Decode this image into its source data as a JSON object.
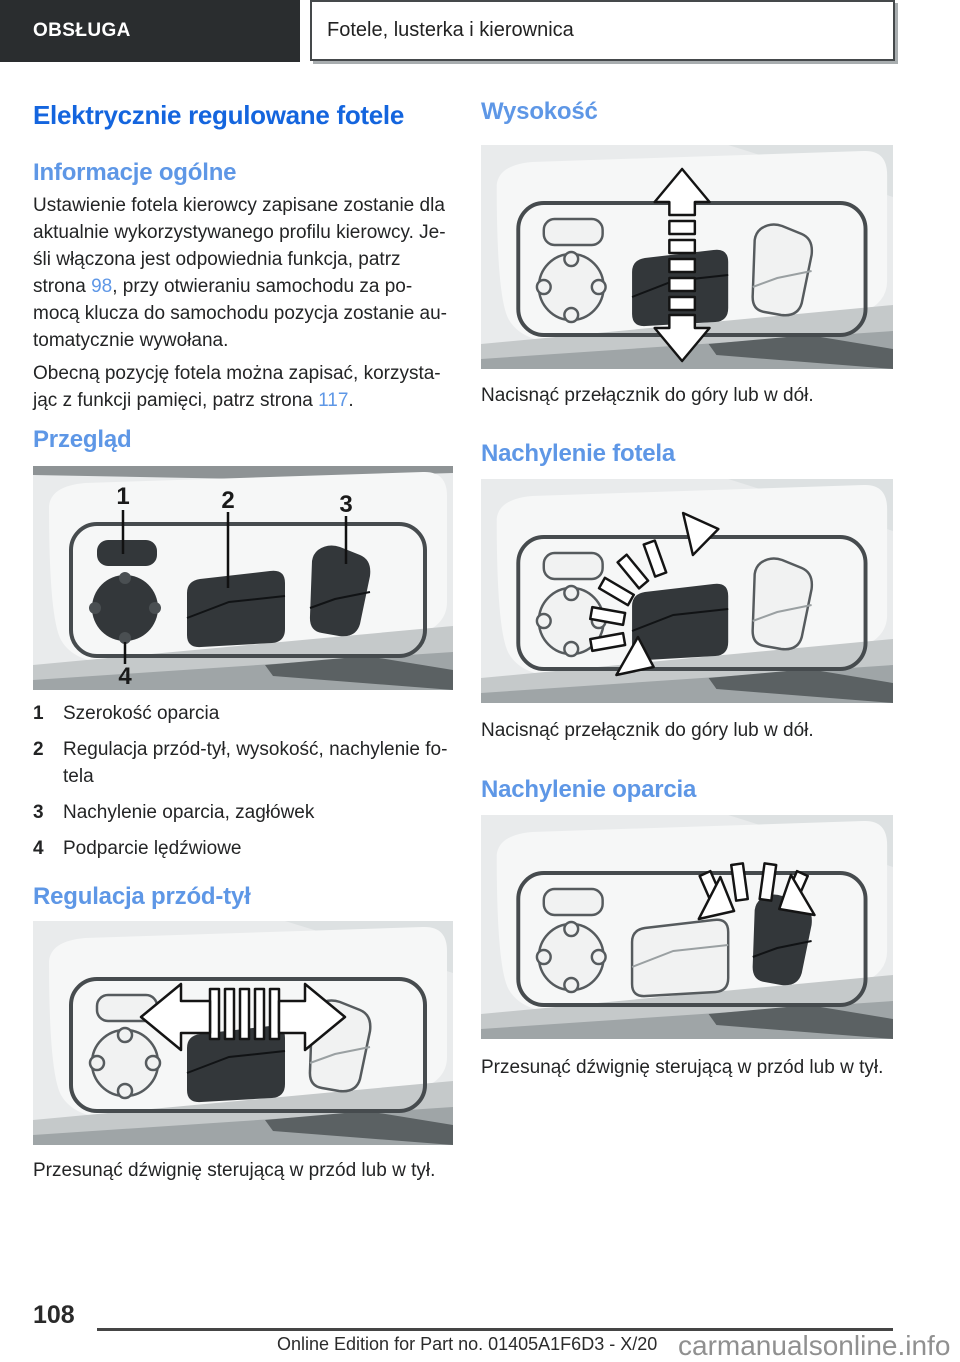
{
  "header": {
    "section_tab": "OBSŁUGA",
    "chapter_title": "Fotele, lusterka i kierownica"
  },
  "left_column": {
    "page_title": "Elektrycznie regulowane fotele",
    "general_heading": "Informacje ogólne",
    "para1_line1": "Ustawienie fotela kierowcy zapisane zostanie dla",
    "para1_line2": "aktualnie wykorzystywanego profilu kierowcy. Je-",
    "para1_line3": "śli włączona jest odpowiednia funkcja, patrz",
    "para1_line4_pre": "strona ",
    "para1_line4_link": "98",
    "para1_line4_post": ", przy otwieraniu samochodu za po-",
    "para1_line5": "mocą klucza do samochodu pozycja zostanie au-",
    "para1_line6": "tomatycznie wywołana.",
    "para2_line1": "Obecną pozycję fotela można zapisać, korzysta-",
    "para2_line2_pre": "jąc z funkcji pamięci, patrz strona ",
    "para2_line2_link": "117",
    "para2_line2_post": ".",
    "overview_heading": "Przegląd",
    "overview_callouts": {
      "n1": "1",
      "n2": "2",
      "n3": "3",
      "n4": "4"
    },
    "legend": [
      {
        "num": "1",
        "line1": "Szerokość oparcia"
      },
      {
        "num": "2",
        "line1": "Regulacja przód-tył, wysokość, nachylenie fo-",
        "line2": "tela"
      },
      {
        "num": "3",
        "line1": "Nachylenie oparcia, zagłówek"
      },
      {
        "num": "4",
        "line1": "Podparcie lędźwiowe"
      }
    ],
    "fwd_heading": "Regulacja przód-tył",
    "fwd_caption": "Przesunąć dźwignię sterującą w przód lub w tył."
  },
  "right_column": {
    "height_heading": "Wysokość",
    "height_caption": "Nacisnąć przełącznik do góry lub w dół.",
    "seat_tilt_heading": "Nachylenie fotela",
    "seat_tilt_caption": "Nacisnąć przełącznik do góry lub w dół.",
    "backrest_heading": "Nachylenie oparcia",
    "backrest_caption": "Przesunąć dźwignię sterującą w przód lub w tył."
  },
  "footer": {
    "page_number": "108",
    "edition_note": "Online Edition for Part no. 01405A1F6D3 - X/20",
    "watermark": "carmanualsonline.info"
  },
  "colors": {
    "title_blue": "#1465DE",
    "heading_blue": "#5E97E6",
    "link_blue": "#5E97E6",
    "header_tab_bg": "#2a2d2f",
    "control_dark": "#33373a",
    "figure_bg": "#e9ebec"
  }
}
